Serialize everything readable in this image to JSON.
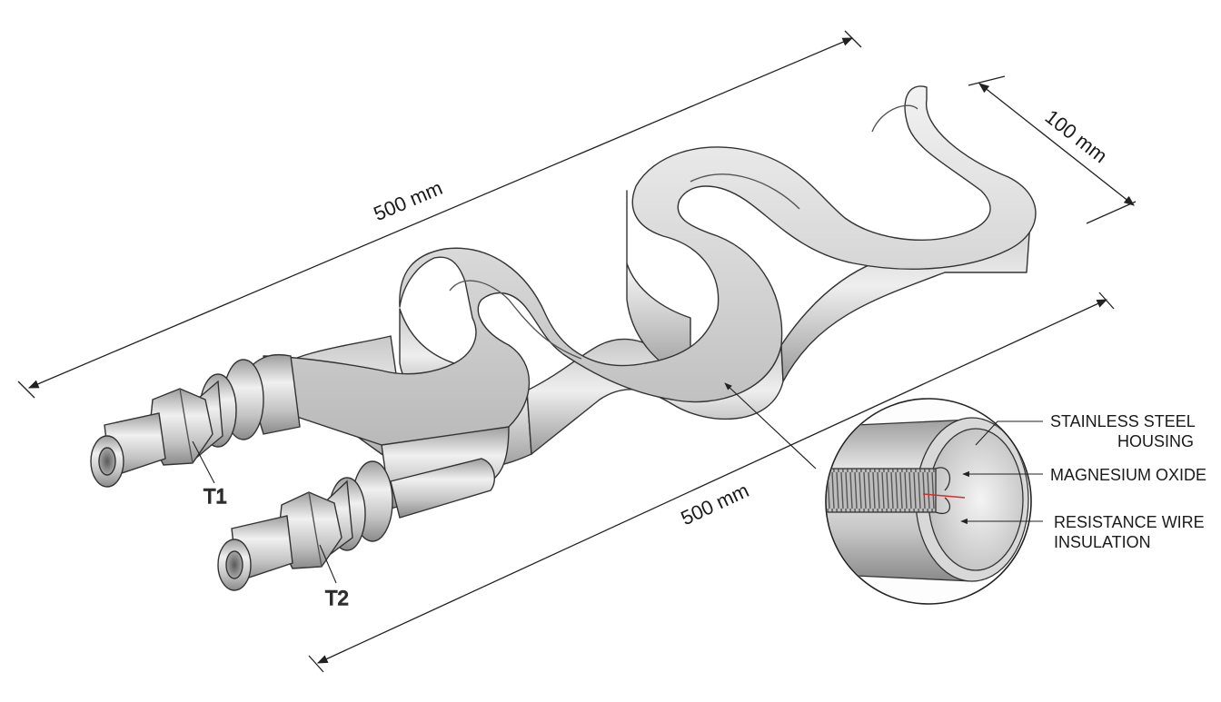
{
  "dimensions": {
    "length_top": "500 mm",
    "length_bottom": "500 mm",
    "width": "100 mm"
  },
  "terminals": [
    "T1",
    "T2"
  ],
  "cross_section_callouts": [
    [
      "STAINLESS STEEL",
      "HOUSING"
    ],
    [
      "MAGNESIUM OXIDE"
    ],
    [
      "RESISTANCE WIRE",
      "INSULATION"
    ]
  ],
  "colors": {
    "metal_light": "#e6e6e6",
    "metal_mid": "#bdbdbd",
    "metal_dark": "#8a8a8a",
    "outline": "#333333",
    "wire_highlight": "#d32f2f"
  },
  "icons": [
    "dimension-arrow",
    "leader-arrow",
    "hex-nut",
    "threaded-fitting",
    "heating-coil"
  ]
}
